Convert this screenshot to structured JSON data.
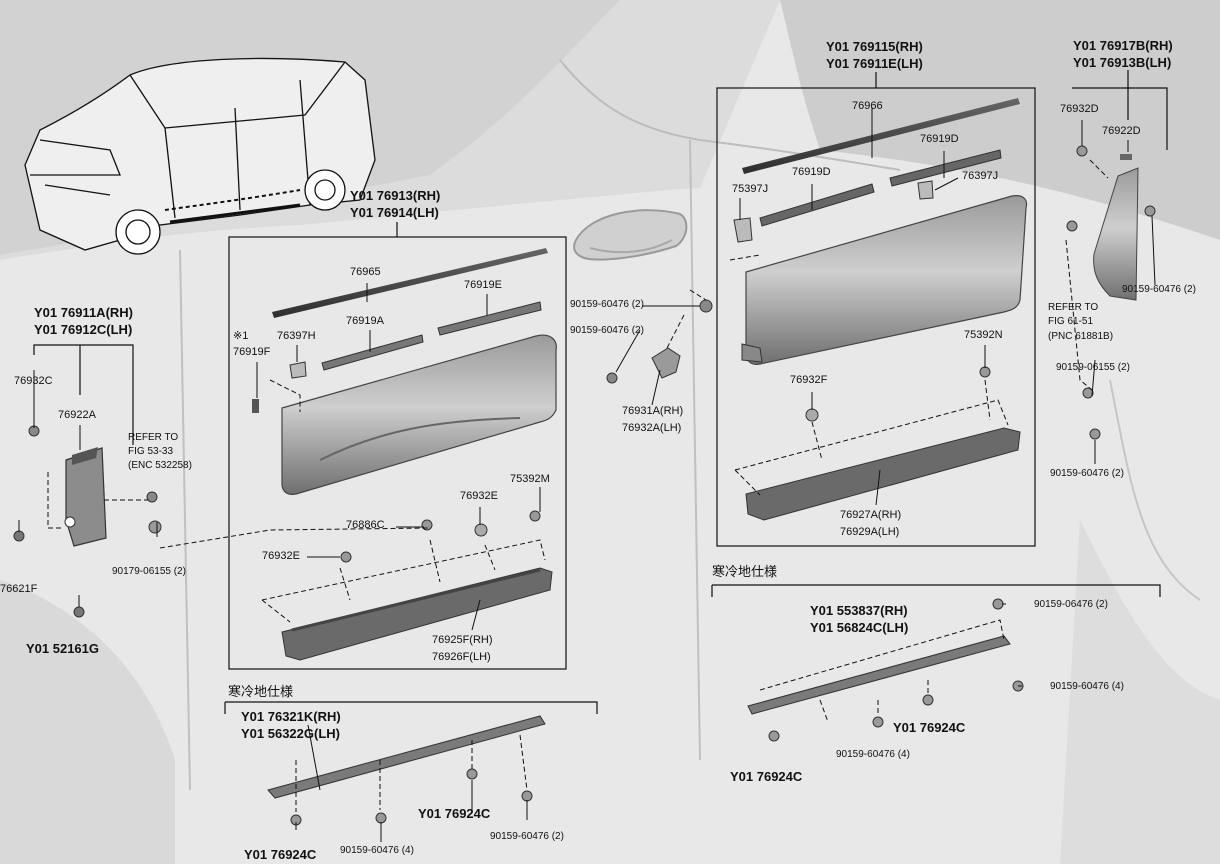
{
  "colors": {
    "background": "#dcdcdc",
    "body_panel": "#e9e9e9",
    "part_dark": "#7a7a7a",
    "part_light": "#c8c8c8",
    "line": "#111111"
  },
  "labels": {
    "vehicle_icon": "",
    "grp_front_rh": "Y01 76911A(RH)",
    "grp_front_lh": "Y01 76912C(LH)",
    "p_76932c_l": "76932C",
    "p_76922a": "76922A",
    "refer1_a": "REFER TO",
    "refer1_b": "FIG 53-33",
    "refer1_c": "(ENC 532258)",
    "p_76621f": "76621F",
    "p_90179_06155": "90179-06155 (2)",
    "p_52161g": "Y01 52161G",
    "grp_mid_rh": "Y01 76913(RH)",
    "grp_mid_lh": "Y01 76914(LH)",
    "p_76965": "76965",
    "p_76919e": "76919E",
    "note_1": "※1",
    "p_76919f": "76919F",
    "p_76397h": "76397H",
    "p_76919a": "76919A",
    "p_75392m": "75392M",
    "p_76932e_a": "76932E",
    "p_76886c": "76886C",
    "p_76932e_b": "76932E",
    "p_76925f_rh": "76925F(RH)",
    "p_76926f_lh": "76926F(LH)",
    "jp_cold1": "寒冷地仕様",
    "grp_low1_rh": "Y01 76321K(RH)",
    "grp_low1_lh": "Y01 56322G(LH)",
    "p_76924c_a": "Y01 76924C",
    "p_76924c_b": "Y01 76924C",
    "p_90159_60476_4a": "90159-60476 (4)",
    "p_90159_60476_2a": "90159-60476 (2)",
    "p_90159_60476_2b": "90159-60476 (2)",
    "p_90159_60476_2c": "90159-60476 (2)",
    "p_76931a": "76931A(RH)",
    "p_76932a": "76932A(LH)",
    "grp_rear_rh": "Y01 769115(RH)",
    "grp_rear_lh": "Y01 76911E(LH)",
    "p_76966": "76966",
    "p_76919d_a": "76919D",
    "p_76919d_b": "76919D",
    "p_75397j_a": "75397J",
    "p_76397j": "76397J",
    "p_75392n": "75392N",
    "p_76932f": "76932F",
    "p_76927a_rh": "76927A(RH)",
    "p_76929a_lh": "76929A(LH)",
    "grp_far_rh": "Y01 76917B(RH)",
    "grp_far_lh": "Y01 76913B(LH)",
    "p_76932d": "76932D",
    "p_76922d": "76922D",
    "refer2_a": "REFER TO",
    "refer2_b": "FIG 61-51",
    "refer2_c": "(PNC 61881B)",
    "p_90159_60476_2d": "90159-60476 (2)",
    "p_90159_06155_2": "90159-06155 (2)",
    "p_90159_60476_2e": "90159-60476 (2)",
    "jp_cold2": "寒冷地仕様",
    "grp_low2_rh": "Y01 553837(RH)",
    "grp_low2_lh": "Y01 56824C(LH)",
    "p_90159_06476_2": "90159-06476 (2)",
    "p_90159_60476_4b": "90159-60476 (4)",
    "p_90159_60476_4c": "90159-60476 (4)",
    "p_76924c_c": "Y01 76924C",
    "p_76924c_d": "Y01 76924C"
  }
}
